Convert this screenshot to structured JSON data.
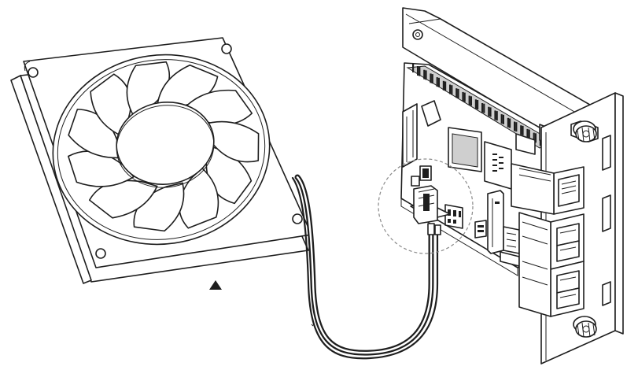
{
  "figure": {
    "labels": [],
    "colors": {
      "line": "#1e1e1e",
      "background": "#ffffff",
      "wire_black": "#1e1e1e",
      "wire_red": "#ffffff",
      "highlight_circle": "#8a8a8a"
    },
    "components": [
      "cooling-fan",
      "fan-cable",
      "fan-connector",
      "carrier-board",
      "mounting-bracket",
      "thumb-screw",
      "usb-ports",
      "ethernet-port",
      "highlight-circle",
      "direction-marker"
    ]
  }
}
